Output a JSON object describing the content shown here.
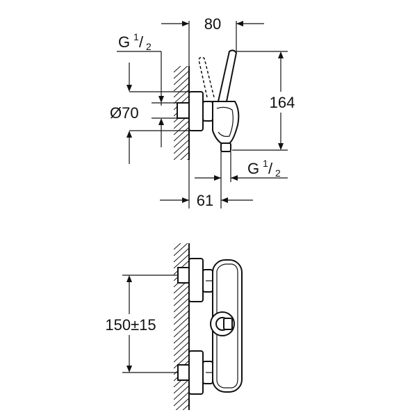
{
  "side_view": {
    "width_label": "80",
    "inlet_label": "G",
    "inlet_fraction_num": "1",
    "inlet_fraction_sep": "/",
    "inlet_fraction_den": "2",
    "diameter_label": "Ø70",
    "height_label": "164",
    "outlet_label": "G",
    "outlet_fraction_num": "1",
    "outlet_fraction_sep": "/",
    "outlet_fraction_den": "2",
    "depth_label": "61"
  },
  "front_view": {
    "spacing_label": "150±15"
  }
}
